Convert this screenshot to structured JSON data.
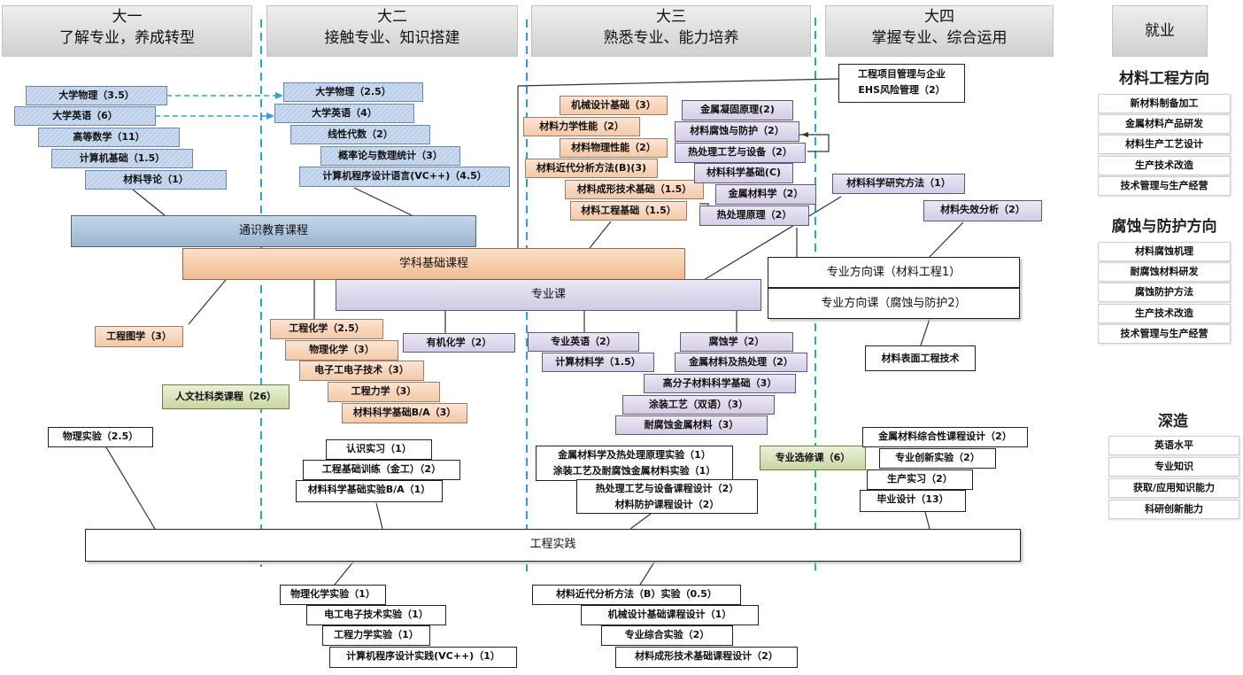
{
  "years": [
    {
      "name": "大一",
      "subtitle": "了解专业，养成转型"
    },
    {
      "name": "大二",
      "subtitle": "接触专业、知识搭建"
    },
    {
      "name": "大三",
      "subtitle": "熟悉专业、能力培养"
    },
    {
      "name": "大四",
      "subtitle": "掌握专业、综合运用"
    }
  ],
  "employment": {
    "header": "就业",
    "materials_direction": {
      "title": "材料工程方向",
      "items": [
        "新材料制备加工",
        "金属材料产品研发",
        "材料生产工艺设计",
        "生产技术改造",
        "技术管理与生产经营"
      ]
    },
    "corrosion_direction": {
      "title": "腐蚀与防护方向",
      "items": [
        "材料腐蚀机理",
        "耐腐蚀材料研发",
        "腐蚀防护方法",
        "生产技术改造",
        "技术管理与生产经营"
      ]
    },
    "further_study": {
      "title": "深造",
      "items": [
        "英语水平",
        "专业知识",
        "获取/应用知识能力",
        "科研创新能力"
      ]
    }
  },
  "categories": {
    "general": "通识教育课程",
    "basic": "学科基础课程",
    "major": "专业课",
    "direction1": "专业方向课（材料工程1）",
    "direction2": "专业方向课（腐蚀与防护2）",
    "practice": "工程实践",
    "humanities": "人文社科类课程（26）",
    "elective": "专业选修课（6）"
  },
  "courses": {
    "y1_general": [
      "大学物理（3.5）",
      "大学英语（6）",
      "高等数学（11）",
      "计算机基础（1.5）",
      "材料导论（1）"
    ],
    "y2_general": [
      "大学物理（2.5）",
      "大学英语（4）",
      "线性代数（2）",
      "概率论与数理统计（3）",
      "计算机程序设计语言(VC++)（4.5）"
    ],
    "y3_basic": [
      "机械设计基础（3）",
      "材料力学性能（2）",
      "材料物理性能（2）",
      "材料近代分析方法(B)(3)",
      "材料成形技术基础（1.5）",
      "材料工程基础（1.5）"
    ],
    "y3_major": [
      "金属凝固原理(2)",
      "材料腐蚀与防护（2）",
      "热处理工艺与设备（2）",
      "材料科学基础(C)",
      "金属材料学（2）",
      "热处理原理（2）"
    ],
    "y4_mgmt": [
      "工程项目管理与企业",
      "EHS风险管理（2）"
    ],
    "y4_research": "材料科学研究方法（1）",
    "y4_failure": "材料失效分析（2）",
    "y4_surface": "材料表面工程技术",
    "drawing": "工程图学（3）",
    "y2_basic": [
      "工程化学（2.5）",
      "物理化学（3）",
      "电子工电子技术（3）",
      "工程力学（3）",
      "材料科学基础B/A（3）"
    ],
    "organic": "有机化学（2）",
    "y3_major_lower_left": [
      "专业英语（2）",
      "计算材料学（1.5）"
    ],
    "y3_major_lower_right": [
      "腐蚀学（2）",
      "金属材料及热处理（2）",
      "高分子材料科学基础（3）",
      "涂装工艺（双语）（3）",
      "耐腐蚀金属材料（3）"
    ],
    "physics_lab": "物理实验（2.5）",
    "y2_practice": [
      "认识实习（1）",
      "工程基础训练（金工）（2）",
      "材料科学基础实验B/A（1）"
    ],
    "y3_practice_a": [
      "金属材料学及热处理原理实验（1）",
      "涂装工艺及耐腐蚀金属材料实验（1）"
    ],
    "y3_practice_b": [
      "热处理工艺与设备课程设计（2）",
      "材料防护课程设计（2）"
    ],
    "y4_practice": [
      "金属材料综合性课程设计（2）",
      "专业创新实验（2）",
      "生产实习（2）",
      "毕业设计（13）"
    ],
    "y2_labs": [
      "物理化学实验（1）",
      "电工电子技术实验（1）",
      "工程力学实验（1）",
      "计算机程序设计实践(VC++)（1）"
    ],
    "y3_labs": [
      "材料近代分析方法（B）实验（0.5）",
      "机械设计基础课程设计（1）",
      "专业综合实验（2）",
      "材料成形技术基础课程设计（2）"
    ]
  }
}
